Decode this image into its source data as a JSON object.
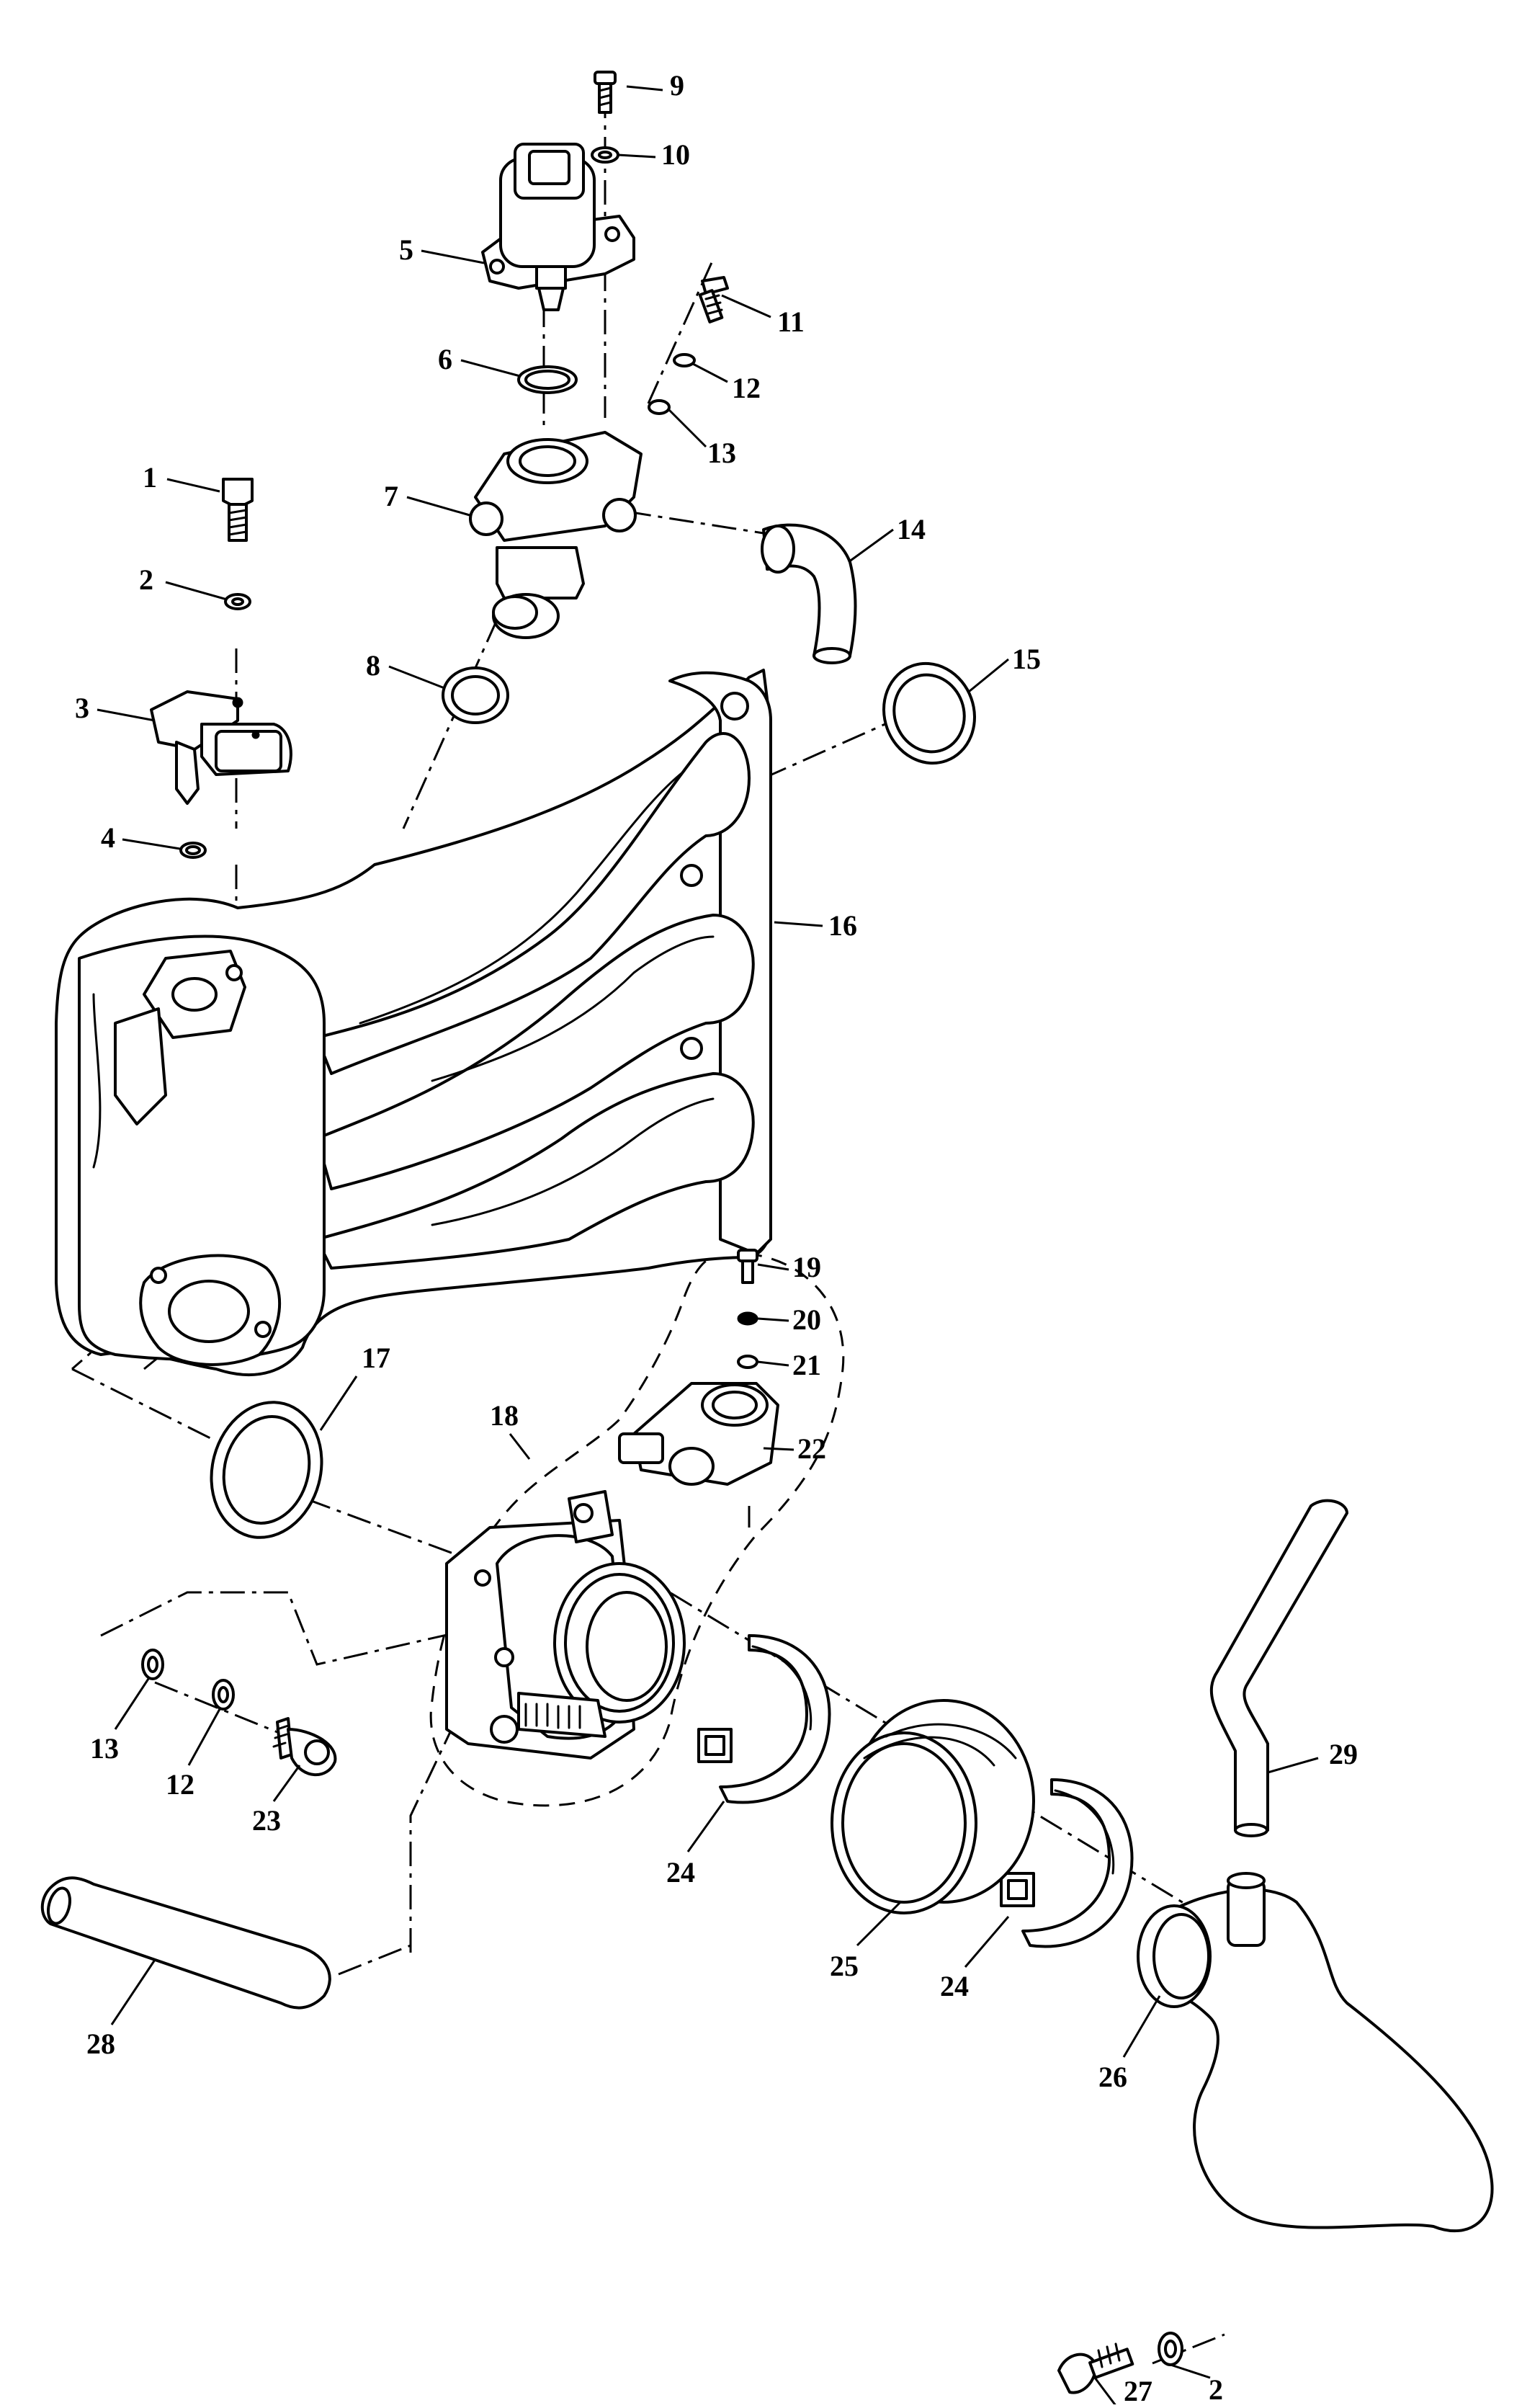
{
  "diagram": {
    "callouts": [
      {
        "id": "c1",
        "label": "1"
      },
      {
        "id": "c2a",
        "label": "2"
      },
      {
        "id": "c3",
        "label": "3"
      },
      {
        "id": "c4",
        "label": "4"
      },
      {
        "id": "c5",
        "label": "5"
      },
      {
        "id": "c6",
        "label": "6"
      },
      {
        "id": "c7",
        "label": "7"
      },
      {
        "id": "c8",
        "label": "8"
      },
      {
        "id": "c9",
        "label": "9"
      },
      {
        "id": "c10",
        "label": "10"
      },
      {
        "id": "c11",
        "label": "11"
      },
      {
        "id": "c12a",
        "label": "12"
      },
      {
        "id": "c13a",
        "label": "13"
      },
      {
        "id": "c14",
        "label": "14"
      },
      {
        "id": "c15",
        "label": "15"
      },
      {
        "id": "c16",
        "label": "16"
      },
      {
        "id": "c17",
        "label": "17"
      },
      {
        "id": "c18",
        "label": "18"
      },
      {
        "id": "c19",
        "label": "19"
      },
      {
        "id": "c20",
        "label": "20"
      },
      {
        "id": "c21",
        "label": "21"
      },
      {
        "id": "c22",
        "label": "22"
      },
      {
        "id": "c13b",
        "label": "13"
      },
      {
        "id": "c12b",
        "label": "12"
      },
      {
        "id": "c23",
        "label": "23"
      },
      {
        "id": "c24a",
        "label": "24"
      },
      {
        "id": "c25",
        "label": "25"
      },
      {
        "id": "c24b",
        "label": "24"
      },
      {
        "id": "c26",
        "label": "26"
      },
      {
        "id": "c27",
        "label": "27"
      },
      {
        "id": "c2b",
        "label": "2"
      },
      {
        "id": "c28",
        "label": "28"
      },
      {
        "id": "c29",
        "label": "29"
      }
    ]
  }
}
